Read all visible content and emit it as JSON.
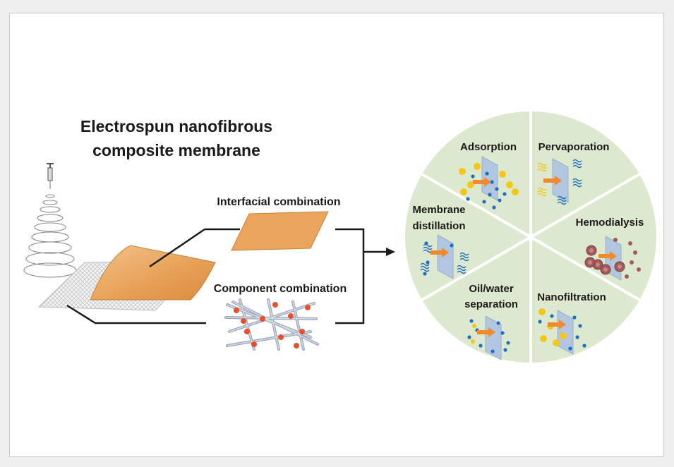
{
  "figure": {
    "title_line1": "Electrospun nanofibrous",
    "title_line2": "composite membrane",
    "interfacial_label": "Interfacial combination",
    "component_label": "Component combination",
    "segments": {
      "adsorption": [
        "Adsorption"
      ],
      "pervaporation": [
        "Pervaporation"
      ],
      "hemodialysis": [
        "Hemodialysis"
      ],
      "nanofiltration": [
        "Nanofiltration"
      ],
      "oil_water": [
        "Oil/water",
        "separation"
      ],
      "membrane_distillation": [
        "Membrane",
        "distillation"
      ]
    }
  },
  "colors": {
    "circle_fill": "#dde9cf",
    "membrane_orange": "#e9a55c",
    "particle_yellow": "#f5c518",
    "particle_blue": "#1f6fc0",
    "arrow_orange": "#ef8a2e",
    "membrane_panel": "#aac0e4",
    "blood_cell": "#a05a5a",
    "fiber_red": "#e8502b"
  }
}
